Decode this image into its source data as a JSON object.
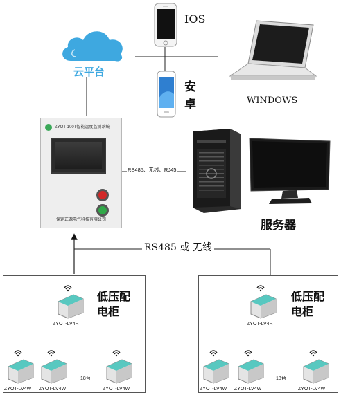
{
  "clients": {
    "ios_label": "IOS",
    "android_label": "安\n卓",
    "windows_label": "WINDOWS"
  },
  "cloud": {
    "label": "云平台"
  },
  "controller": {
    "title": "ZYOT-100T智能温度监测系统",
    "company": "保定正源电气科技有限公司"
  },
  "links": {
    "server_link": "RS485、无线、RJ45",
    "field_bus": "RS485 或 无线"
  },
  "server": {
    "label": "服务器"
  },
  "cabinets": [
    {
      "label": "低压配\n电柜",
      "top_device": "ZYOT-LV4R",
      "devices": [
        "ZYOT-LV4W",
        "ZYOT-LV4W",
        "ZYOT-LV4W"
      ],
      "count": "18台"
    },
    {
      "label": "低压配\n电柜",
      "top_device": "ZYOT-LV4R",
      "devices": [
        "ZYOT-LV4W",
        "ZYOT-LV4W",
        "ZYOT-LV4W"
      ],
      "count": "18台"
    }
  ],
  "colors": {
    "cloud": "#3ea8e0",
    "device": "#58c8c0"
  }
}
